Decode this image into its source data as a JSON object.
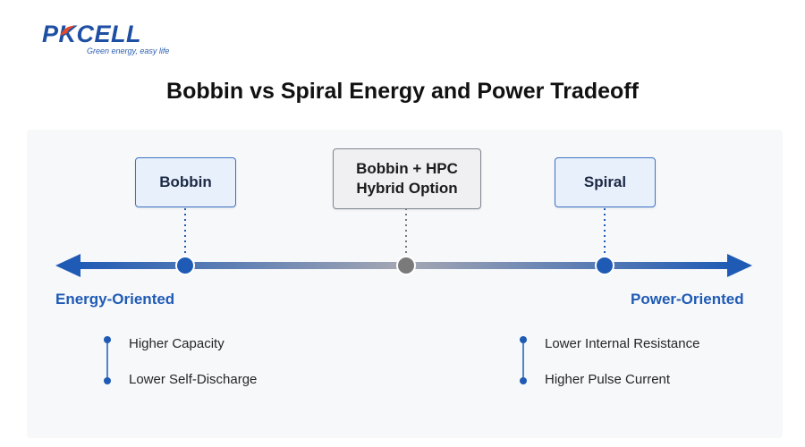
{
  "brand": {
    "name": "PKCELL",
    "tagline": "Green energy, easy life"
  },
  "title": "Bobbin vs Spiral Energy and Power Tradeoff",
  "nodes": {
    "bobbin": "Bobbin",
    "hybrid_line1": "Bobbin + HPC",
    "hybrid_line2": "Hybrid Option",
    "spiral": "Spiral"
  },
  "axis": {
    "left_label": "Energy-Oriented",
    "right_label": "Power-Oriented"
  },
  "left_features": [
    "Higher Capacity",
    "Lower Self-Discharge"
  ],
  "right_features": [
    "Lower Internal Resistance",
    "Higher Pulse Current"
  ],
  "colors": {
    "accent_blue": "#1f5bb5",
    "hybrid_gray": "#7a7a7a",
    "axis_mid": "#9aa0ad"
  }
}
